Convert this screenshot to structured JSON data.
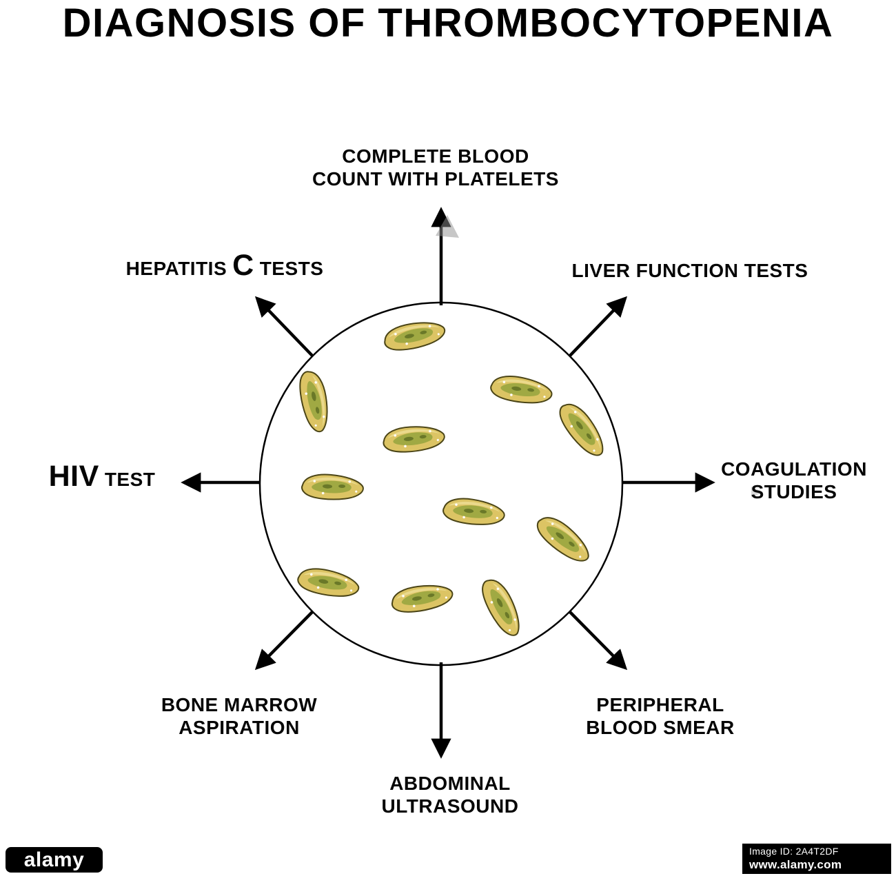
{
  "title": "DIAGNOSIS OF THROMBOCYTOPENIA",
  "labels": {
    "top": [
      "COMPLETE BLOOD",
      "COUNT WITH PLATELETS"
    ],
    "top_right": [
      "LIVER FUNCTION TESTS"
    ],
    "right": [
      "COAGULATION",
      "STUDIES"
    ],
    "bottom_right": [
      "PERIPHERAL",
      "BLOOD SMEAR"
    ],
    "bottom": [
      "ABDOMINAL",
      "ULTRASOUND"
    ],
    "bottom_left": [
      "BONE MARROW",
      "ASPIRATION"
    ],
    "left_big": "HIV",
    "left_rest": "TEST",
    "top_left_pre": "HEPATITIS",
    "top_left_big": "C",
    "top_left_post": "TESTS"
  },
  "watermark": {
    "logo": "alamy",
    "image_id": "Image ID: 2A4T2DF",
    "url": "www.alamy.com"
  },
  "colors": {
    "platelet_body": "#dcc464",
    "platelet_body_light": "#efe09a",
    "platelet_core": "#99a63f",
    "platelet_speck": "#5d6b22"
  },
  "icons": {
    "platelet": "platelet-icon",
    "arrow": "arrow-icon"
  }
}
